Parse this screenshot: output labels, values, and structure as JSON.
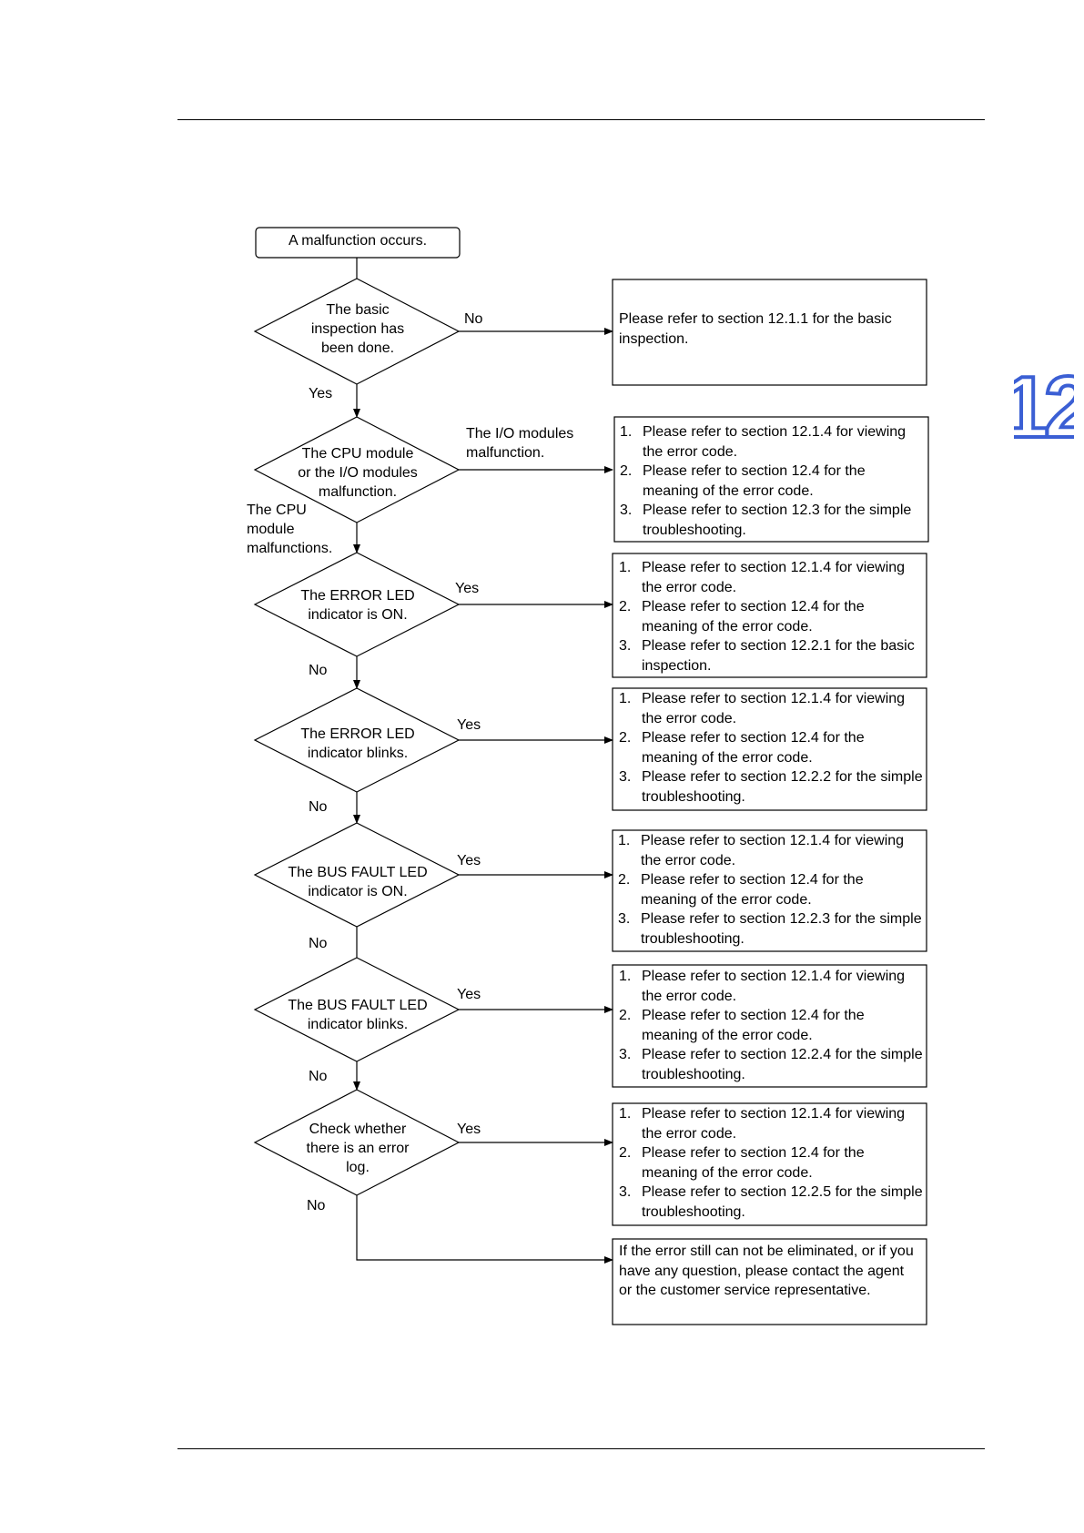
{
  "badge": {
    "chapter": "12",
    "color": "#3b5fd4"
  },
  "start": {
    "label": "A malfunction occurs."
  },
  "decisions": [
    {
      "lines": [
        "The basic",
        "inspection has",
        "been done."
      ]
    },
    {
      "lines": [
        "The CPU module",
        "or the I/O modules",
        "malfunction."
      ]
    },
    {
      "lines": [
        "The ERROR LED",
        "indicator is ON."
      ]
    },
    {
      "lines": [
        "The ERROR LED",
        "indicator blinks."
      ]
    },
    {
      "lines": [
        "The BUS FAULT LED",
        "indicator is ON."
      ]
    },
    {
      "lines": [
        "The BUS FAULT LED",
        "indicator blinks."
      ]
    },
    {
      "lines": [
        "Check whether",
        "there is an error",
        "log."
      ]
    }
  ],
  "edge_labels": {
    "d1_right": "No",
    "d1_down": "Yes",
    "d2_right": "The I/O modules\nmalfunction.",
    "d2_down": "The CPU\nmodule\nmalfunctions.",
    "d3_right": "Yes",
    "d3_down": "No",
    "d4_right": "Yes",
    "d4_down": "No",
    "d5_right": "Yes",
    "d5_down": "No",
    "d6_right": "Yes",
    "d6_down": "No",
    "d7_right": "Yes",
    "d7_down": "No"
  },
  "boxes": [
    {
      "text": "Please refer to section 12.1.1 for the basic inspection."
    },
    {
      "items": [
        {
          "num": "1.",
          "text": "Please refer to section 12.1.4 for viewing the error code."
        },
        {
          "num": "2.",
          "text": "Please refer to section 12.4 for the meaning of the error code."
        },
        {
          "num": "3.",
          "text": "Please refer to section 12.3 for the simple troubleshooting."
        }
      ]
    },
    {
      "items": [
        {
          "num": "1.",
          "text": "Please refer to section 12.1.4 for viewing the error code."
        },
        {
          "num": "2.",
          "text": "Please refer to section 12.4 for the meaning of the error code."
        },
        {
          "num": "3.",
          "text": "Please refer to section 12.2.1 for the basic inspection."
        }
      ]
    },
    {
      "items": [
        {
          "num": "1.",
          "text": "Please refer to section 12.1.4 for viewing the error code."
        },
        {
          "num": "2.",
          "text": "Please refer to section 12.4 for the meaning of the error code."
        },
        {
          "num": "3.",
          "text": "Please refer to section 12.2.2 for the simple troubleshooting."
        }
      ]
    },
    {
      "items": [
        {
          "num": "1.",
          "text": "Please refer to section 12.1.4 for viewing the error code."
        },
        {
          "num": "2.",
          "text": "Please refer to section 12.4 for the meaning of the error code."
        },
        {
          "num": "3.",
          "text": "Please refer to section 12.2.3 for the simple troubleshooting."
        }
      ]
    },
    {
      "items": [
        {
          "num": "1.",
          "text": "Please refer to section 12.1.4 for viewing the error code."
        },
        {
          "num": "2.",
          "text": "Please refer to section 12.4 for the meaning of the error code."
        },
        {
          "num": "3.",
          "text": "Please refer to section 12.2.4 for the simple troubleshooting."
        }
      ]
    },
    {
      "items": [
        {
          "num": "1.",
          "text": "Please refer to section 12.1.4 for viewing the error code."
        },
        {
          "num": "2.",
          "text": "Please refer to section 12.4 for the meaning of the error code."
        },
        {
          "num": "3.",
          "text": "Please refer to section 12.2.5 for the simple troubleshooting."
        }
      ]
    },
    {
      "text": "If the error still can not be eliminated, or if you have any question, please contact the agent or the customer service representative."
    }
  ]
}
